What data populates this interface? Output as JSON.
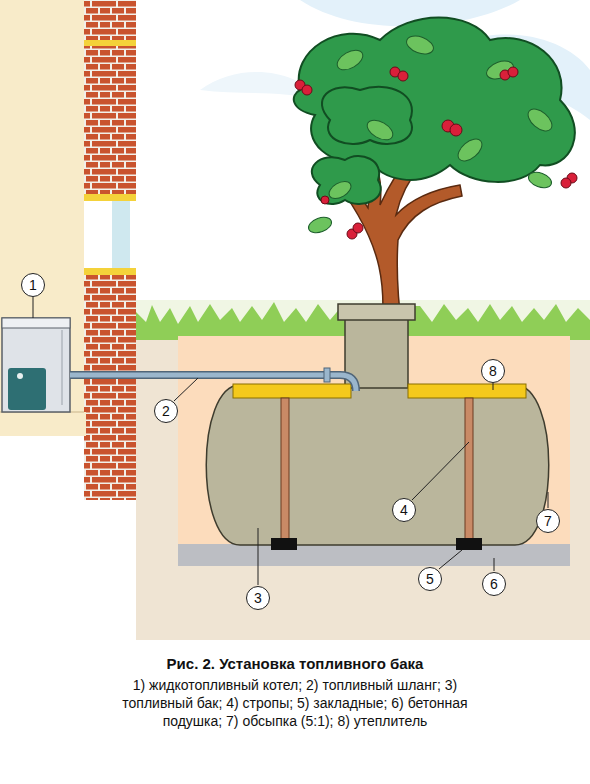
{
  "diagram": {
    "title": "Рис. 2. Установка топливного бака",
    "caption": "1) жидкотопливный котел; 2) топливный шланг; 3) топливный бак; 4) стропы; 5) закладные; 6) бетонная подушка; 7) обсыпка (5:1); 8) утеплитель",
    "nodes": [
      {
        "text": [
          "1"
        ]
      },
      {
        "text": [
          "8"
        ]
      },
      {
        "text": [
          "2"
        ]
      },
      {
        "text": [
          "4"
        ]
      },
      {
        "text": [
          "7"
        ]
      },
      {
        "text": [
          "5"
        ]
      },
      {
        "text": [
          "6"
        ]
      },
      {
        "text": [
          "3"
        ]
      }
    ]
  }
}
